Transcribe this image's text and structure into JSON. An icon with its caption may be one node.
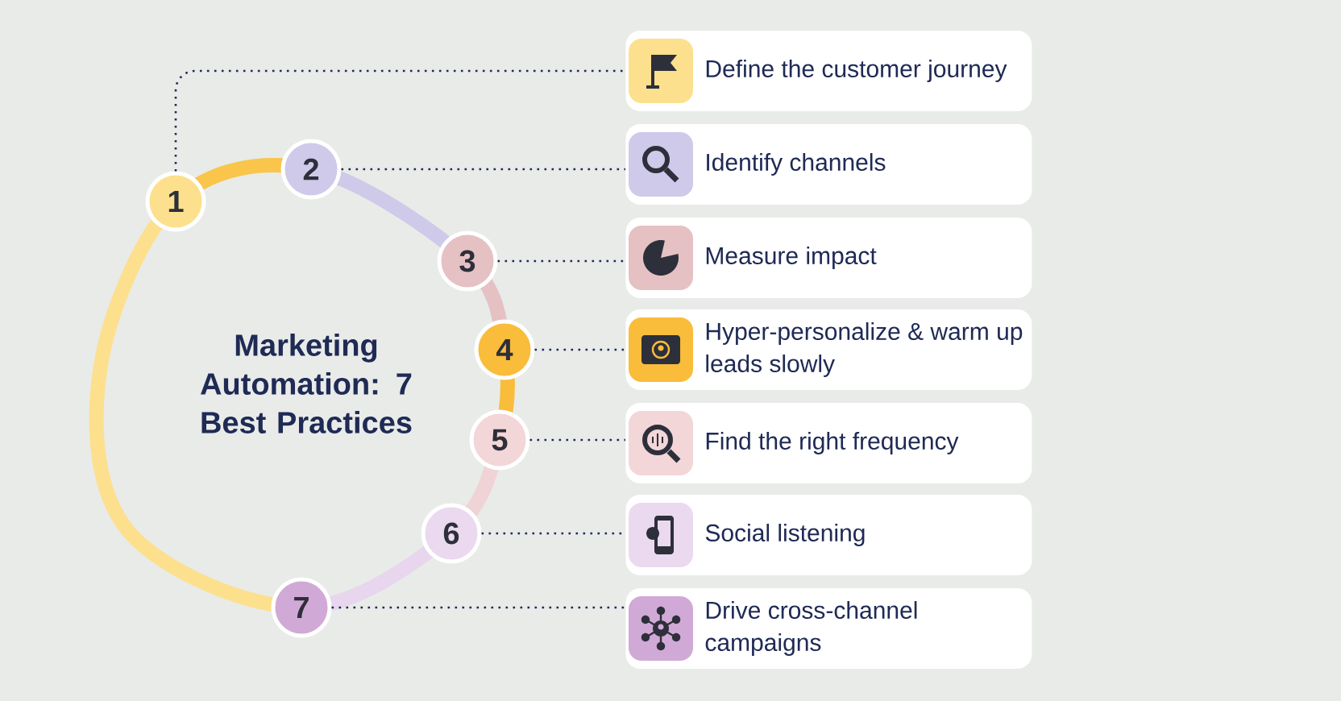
{
  "diagram": {
    "title": "Marketing Automation: 7 Best Practices",
    "nodes": [
      {
        "text": [
          "1"
        ]
      },
      {
        "text": [
          "2"
        ]
      },
      {
        "text": [
          "3"
        ]
      },
      {
        "text": [
          "4"
        ]
      },
      {
        "text": [
          "5"
        ]
      },
      {
        "text": [
          "6"
        ]
      },
      {
        "text": [
          "7"
        ]
      },
      {
        "text": [
          "Define the customer journey"
        ]
      },
      {
        "text": [
          "Identify channels"
        ]
      },
      {
        "text": [
          "Measure impact"
        ]
      },
      {
        "text": [
          "Hyper-personalize & warm up leads slowly"
        ]
      },
      {
        "text": [
          "Find the right frequency"
        ]
      },
      {
        "text": [
          "Social listening"
        ]
      },
      {
        "text": [
          "Drive cross-channel campaigns"
        ]
      }
    ],
    "edges": [
      {
        "from": 0,
        "to": 7,
        "arrow": "none",
        "style": "dashed"
      },
      {
        "from": 1,
        "to": 8,
        "arrow": "none",
        "style": "dashed"
      },
      {
        "from": 2,
        "to": 9,
        "arrow": "none",
        "style": "dashed"
      },
      {
        "from": 3,
        "to": 10,
        "arrow": "none",
        "style": "dashed"
      },
      {
        "from": 4,
        "to": 11,
        "arrow": "none",
        "style": "dashed"
      },
      {
        "from": 5,
        "to": 12,
        "arrow": "none",
        "style": "dashed"
      },
      {
        "from": 6,
        "to": 13,
        "arrow": "none",
        "style": "dashed"
      }
    ]
  }
}
